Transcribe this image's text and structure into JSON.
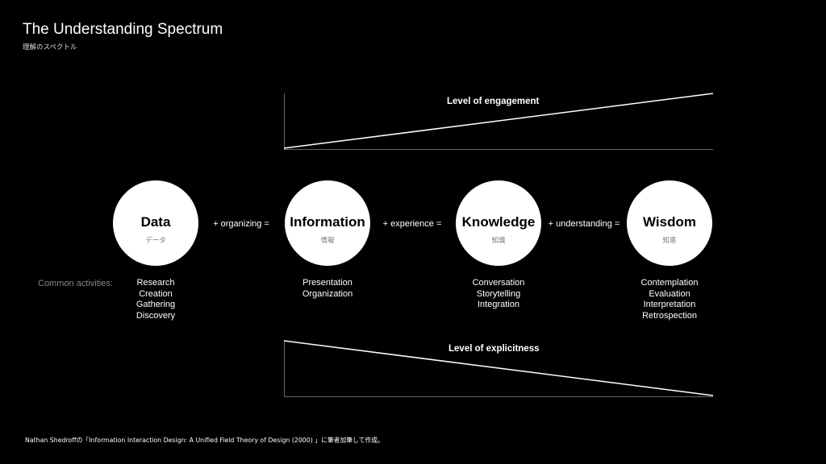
{
  "header": {
    "title": "The Understanding Spectrum",
    "subtitle": "理解のスペクトル"
  },
  "engagement_graph": {
    "label": "Level of engagement",
    "trend": "increasing"
  },
  "explicitness_graph": {
    "label": "Level of explicitness",
    "trend": "decreasing"
  },
  "stages": [
    {
      "name": "Data",
      "sub": "データ"
    },
    {
      "name": "Information",
      "sub": "情報"
    },
    {
      "name": "Knowledge",
      "sub": "知識"
    },
    {
      "name": "Wisdom",
      "sub": "知恵"
    }
  ],
  "connectors": [
    "+ organizing =",
    "+ experience =",
    "+ understanding ="
  ],
  "activities": {
    "label": "Common activities:",
    "lists": [
      [
        "Research",
        "Creation",
        "Gathering",
        "Discovery"
      ],
      [
        "Presentation",
        "Organization"
      ],
      [
        "Conversation",
        "Storytelling",
        "Integration"
      ],
      [
        "Contemplation",
        "Evaluation",
        "Interpretation",
        "Retrospection"
      ]
    ]
  },
  "footer": "Nathan Shedroffの「Information Interaction Design: A Unified Field Theory of Design (2000) 」に筆者加筆して作成。",
  "colors": {
    "background": "#000000",
    "foreground": "#ffffff",
    "muted": "#888888"
  }
}
